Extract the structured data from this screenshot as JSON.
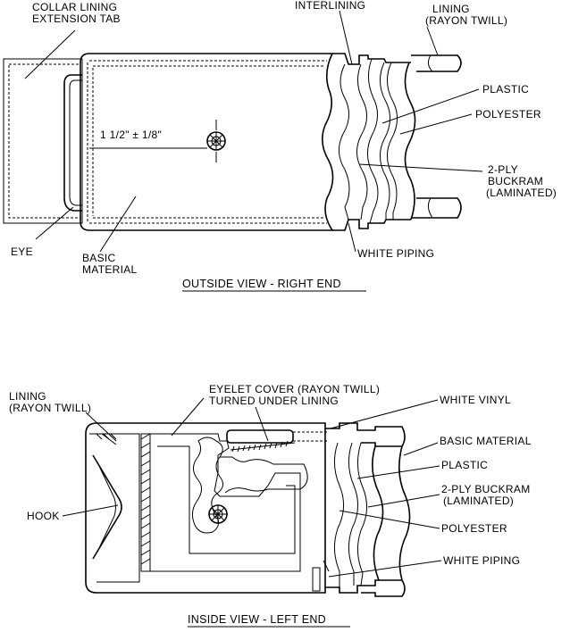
{
  "top_view": {
    "labels": {
      "collar_tab_1": "COLLAR LINING",
      "collar_tab_2": "EXTENSION TAB",
      "interlining": "INTERLINING",
      "lining_1": "LINING",
      "lining_2": "(RAYON TWILL)",
      "plastic": "PLASTIC",
      "polyester": "POLYESTER",
      "buckram_1": "2-PLY",
      "buckram_2": "BUCKRAM",
      "buckram_3": "(LAMINATED)",
      "dimension": "1 1/2\" ± 1/8\"",
      "eye": "EYE",
      "basic_material_1": "BASIC",
      "basic_material_2": "MATERIAL",
      "white_piping": "WHITE PIPING"
    },
    "caption": "OUTSIDE VIEW - RIGHT END"
  },
  "bottom_view": {
    "labels": {
      "lining_1": "LINING",
      "lining_2": "(RAYON TWILL)",
      "eyelet_cover_1": "EYELET COVER (RAYON TWILL)",
      "eyelet_cover_2": "TURNED UNDER LINING",
      "white_vinyl": "WHITE VINYL",
      "basic_material": "BASIC MATERIAL",
      "plastic": "PLASTIC",
      "buckram_1": "2-PLY BUCKRAM",
      "buckram_2": "(LAMINATED)",
      "hook": "HOOK",
      "polyester": "POLYESTER",
      "white_piping": "WHITE PIPING"
    },
    "caption": "INSIDE VIEW - LEFT END"
  }
}
